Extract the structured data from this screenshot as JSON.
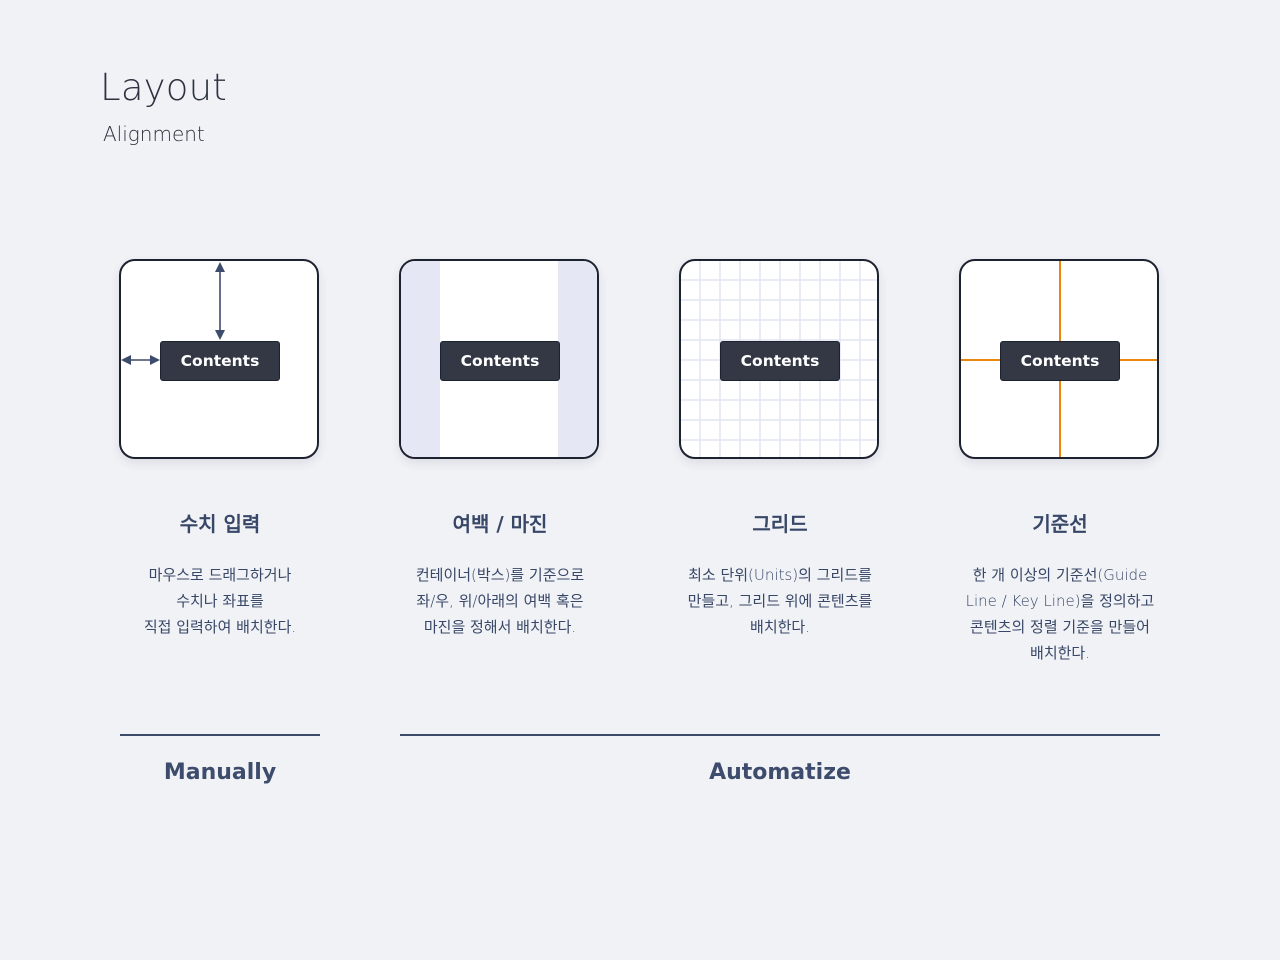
{
  "page": {
    "title": "Layout",
    "subtitle": "Alignment"
  },
  "cards": [
    {
      "content_label": "Contents",
      "title": "수치 입력",
      "description": [
        "마우스로 드래그하거나",
        "수치나 좌표를",
        "직접 입력하여 배치한다."
      ],
      "visual": "arrows"
    },
    {
      "content_label": "Contents",
      "title": "여백 / 마진",
      "description": [
        "컨테이너(박스)를 기준으로",
        "좌/우, 위/아래의 여백 혹은",
        "마진을 정해서 배치한다."
      ],
      "visual": "margins"
    },
    {
      "content_label": "Contents",
      "title": "그리드",
      "description": [
        "최소 단위(Units)의 그리드를",
        "만들고, 그리드 위에 콘텐츠를",
        "배치한다."
      ],
      "visual": "grid"
    },
    {
      "content_label": "Contents",
      "title": "기준선",
      "description": [
        "한 개 이상의 기준선(Guide",
        "Line / Key Line)을 정의하고",
        "콘텐츠의 정렬 기준을 만들어",
        "배치한다."
      ],
      "visual": "keylines"
    }
  ],
  "groups": {
    "manual": "Manually",
    "auto": "Automatize"
  },
  "colors": {
    "background": "#f0f2f6",
    "card_border": "#1d2230",
    "content_box": "#333844",
    "arrow": "#3d4b6c",
    "margin_fill": "#e5e8f4",
    "grid_line": "#e2e5f2",
    "guide_line": "#e8860f",
    "text_primary": "#384767"
  }
}
